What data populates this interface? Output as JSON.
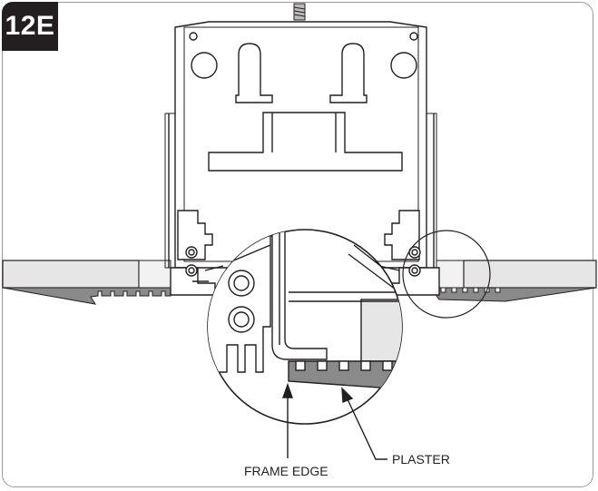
{
  "step_badge": "12E",
  "labels": {
    "frame_edge": "FRAME EDGE",
    "plaster": "PLASTER"
  },
  "colors": {
    "badge_bg": "#231f20",
    "plaster_fill": "#8a8a8a",
    "ceiling_fill": "#e6e6e6",
    "line": "#231f20"
  }
}
